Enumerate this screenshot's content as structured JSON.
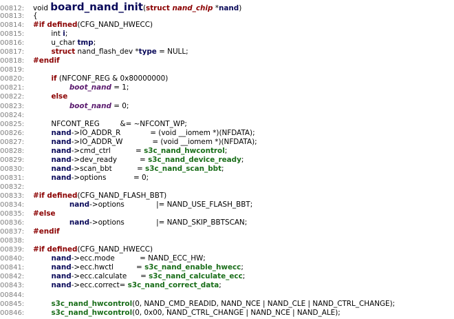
{
  "viewer": {
    "lines": [
      {
        "ln": "00812:",
        "toks": [
          [
            "",
            "void "
          ],
          [
            "fnbig",
            "board_nand_init"
          ],
          [
            "pl",
            "("
          ],
          [
            "kw",
            "struct "
          ],
          [
            "tyi",
            "nand_chip"
          ],
          [
            "pl",
            " *"
          ],
          [
            "var",
            "nand"
          ],
          [
            "pl",
            ")"
          ]
        ]
      },
      {
        "ln": "00813:",
        "toks": [
          [
            "pl",
            "{"
          ]
        ]
      },
      {
        "ln": "00814:",
        "toks": [
          [
            "pp",
            "#if "
          ],
          [
            "pp",
            "defined"
          ],
          [
            "pl",
            "(CFG_NAND_HWECC)"
          ]
        ]
      },
      {
        "ln": "00815:",
        "toks": [
          [
            "pl",
            "        int "
          ],
          [
            "var",
            "i"
          ],
          [
            "pl",
            ";"
          ]
        ]
      },
      {
        "ln": "00816:",
        "toks": [
          [
            "pl",
            "        u_char "
          ],
          [
            "var",
            "tmp"
          ],
          [
            "pl",
            ";"
          ]
        ]
      },
      {
        "ln": "00817:",
        "toks": [
          [
            "pl",
            "        "
          ],
          [
            "kw",
            "struct"
          ],
          [
            "pl",
            " nand_flash_dev *"
          ],
          [
            "var",
            "type"
          ],
          [
            "pl",
            " = NULL;"
          ]
        ]
      },
      {
        "ln": "00818:",
        "toks": [
          [
            "pp",
            "#endif"
          ]
        ]
      },
      {
        "ln": "00819:",
        "toks": []
      },
      {
        "ln": "00820:",
        "toks": [
          [
            "pl",
            "        "
          ],
          [
            "kw",
            "if"
          ],
          [
            "pl",
            " (NFCONF_REG & 0x80000000)"
          ]
        ]
      },
      {
        "ln": "00821:",
        "toks": [
          [
            "pl",
            "                "
          ],
          [
            "gv",
            "boot_nand"
          ],
          [
            "pl",
            " = 1;"
          ]
        ]
      },
      {
        "ln": "00822:",
        "toks": [
          [
            "pl",
            "        "
          ],
          [
            "kw",
            "else"
          ]
        ]
      },
      {
        "ln": "00823:",
        "toks": [
          [
            "pl",
            "                "
          ],
          [
            "gv",
            "boot_nand"
          ],
          [
            "pl",
            " = 0;"
          ]
        ]
      },
      {
        "ln": "00824:",
        "toks": []
      },
      {
        "ln": "00825:",
        "toks": [
          [
            "pl",
            "        NFCONT_REG         &= ~NFCONT_WP;"
          ]
        ]
      },
      {
        "ln": "00826:",
        "toks": [
          [
            "pl",
            "        "
          ],
          [
            "var",
            "nand"
          ],
          [
            "pl",
            "->IO_ADDR_R             = (void __iomem *)(NFDATA);"
          ]
        ]
      },
      {
        "ln": "00827:",
        "toks": [
          [
            "pl",
            "        "
          ],
          [
            "var",
            "nand"
          ],
          [
            "pl",
            "->IO_ADDR_W             = (void __iomem *)(NFDATA);"
          ]
        ]
      },
      {
        "ln": "00828:",
        "toks": [
          [
            "pl",
            "        "
          ],
          [
            "var",
            "nand"
          ],
          [
            "pl",
            "->cmd_ctrl           = "
          ],
          [
            "fn",
            "s3c_nand_hwcontrol"
          ],
          [
            "pl",
            ";"
          ]
        ]
      },
      {
        "ln": "00829:",
        "toks": [
          [
            "pl",
            "        "
          ],
          [
            "var",
            "nand"
          ],
          [
            "pl",
            "->dev_ready          = "
          ],
          [
            "fn",
            "s3c_nand_device_ready"
          ],
          [
            "pl",
            ";"
          ]
        ]
      },
      {
        "ln": "00830:",
        "toks": [
          [
            "pl",
            "        "
          ],
          [
            "var",
            "nand"
          ],
          [
            "pl",
            "->scan_bbt           = "
          ],
          [
            "fn",
            "s3c_nand_scan_bbt"
          ],
          [
            "pl",
            ";"
          ]
        ]
      },
      {
        "ln": "00831:",
        "toks": [
          [
            "pl",
            "        "
          ],
          [
            "var",
            "nand"
          ],
          [
            "pl",
            "->options            = 0;"
          ]
        ]
      },
      {
        "ln": "00832:",
        "toks": []
      },
      {
        "ln": "00833:",
        "toks": [
          [
            "pp",
            "#if "
          ],
          [
            "pp",
            "defined"
          ],
          [
            "pl",
            "(CFG_NAND_FLASH_BBT)"
          ]
        ]
      },
      {
        "ln": "00834:",
        "toks": [
          [
            "pl",
            "                "
          ],
          [
            "var",
            "nand"
          ],
          [
            "pl",
            "->options              |= NAND_USE_FLASH_BBT;"
          ]
        ]
      },
      {
        "ln": "00835:",
        "toks": [
          [
            "pp",
            "#else"
          ]
        ]
      },
      {
        "ln": "00836:",
        "toks": [
          [
            "pl",
            "                "
          ],
          [
            "var",
            "nand"
          ],
          [
            "pl",
            "->options              |= NAND_SKIP_BBTSCAN;"
          ]
        ]
      },
      {
        "ln": "00837:",
        "toks": [
          [
            "pp",
            "#endif"
          ]
        ]
      },
      {
        "ln": "00838:",
        "toks": []
      },
      {
        "ln": "00839:",
        "toks": [
          [
            "pp",
            "#if "
          ],
          [
            "pp",
            "defined"
          ],
          [
            "pl",
            "(CFG_NAND_HWECC)"
          ]
        ]
      },
      {
        "ln": "00840:",
        "toks": [
          [
            "pl",
            "        "
          ],
          [
            "var",
            "nand"
          ],
          [
            "pl",
            "->ecc.mode           = NAND_ECC_HW;"
          ]
        ]
      },
      {
        "ln": "00841:",
        "toks": [
          [
            "pl",
            "        "
          ],
          [
            "var",
            "nand"
          ],
          [
            "pl",
            "->ecc.hwctl          = "
          ],
          [
            "fn",
            "s3c_nand_enable_hwecc"
          ],
          [
            "pl",
            ";"
          ]
        ]
      },
      {
        "ln": "00842:",
        "toks": [
          [
            "pl",
            "        "
          ],
          [
            "var",
            "nand"
          ],
          [
            "pl",
            "->ecc.calculate      = "
          ],
          [
            "fn",
            "s3c_nand_calculate_ecc"
          ],
          [
            "pl",
            ";"
          ]
        ]
      },
      {
        "ln": "00843:",
        "toks": [
          [
            "pl",
            "        "
          ],
          [
            "var",
            "nand"
          ],
          [
            "pl",
            "->ecc.correct= "
          ],
          [
            "fn",
            "s3c_nand_correct_data"
          ],
          [
            "pl",
            ";"
          ]
        ]
      },
      {
        "ln": "00844:",
        "toks": []
      },
      {
        "ln": "00845:",
        "toks": [
          [
            "pl",
            "        "
          ],
          [
            "fn",
            "s3c_nand_hwcontrol"
          ],
          [
            "pl",
            "(0, NAND_CMD_READID, NAND_NCE | NAND_CLE | NAND_CTRL_CHANGE);"
          ]
        ]
      },
      {
        "ln": "00846:",
        "toks": [
          [
            "pl",
            "        "
          ],
          [
            "fn",
            "s3c_nand_hwcontrol"
          ],
          [
            "pl",
            "(0, 0x00, NAND_CTRL_CHANGE | NAND_NCE | NAND_ALE);"
          ]
        ]
      }
    ]
  }
}
